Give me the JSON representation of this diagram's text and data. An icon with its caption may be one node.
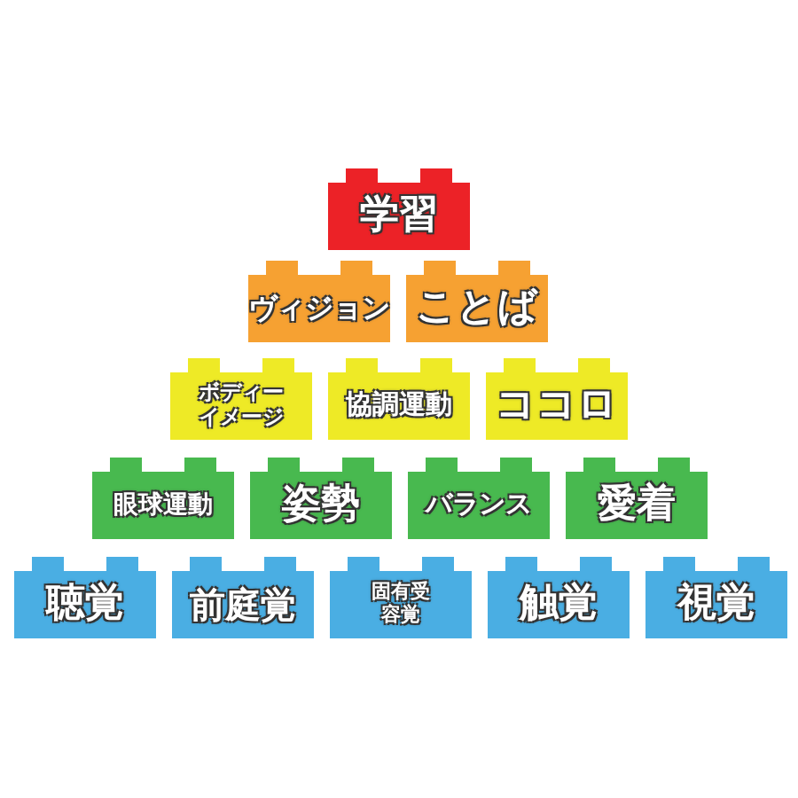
{
  "diagram": {
    "nodes": [
      {
        "text": [
          "学習"
        ]
      },
      {
        "text": [
          "ヴィジョン"
        ]
      },
      {
        "text": [
          "ことば"
        ]
      },
      {
        "text": [
          "ボディーイメージ"
        ]
      },
      {
        "text": [
          "協調運動"
        ]
      },
      {
        "text": [
          "ココロ"
        ]
      },
      {
        "text": [
          "眼球運動"
        ]
      },
      {
        "text": [
          "姿勢"
        ]
      },
      {
        "text": [
          "バランス"
        ]
      },
      {
        "text": [
          "愛着"
        ]
      },
      {
        "text": [
          "聴覚"
        ]
      },
      {
        "text": [
          "前庭覚"
        ]
      },
      {
        "text": [
          "固有受容覚"
        ]
      },
      {
        "text": [
          "触覚"
        ]
      },
      {
        "text": [
          "視覚"
        ]
      }
    ]
  }
}
